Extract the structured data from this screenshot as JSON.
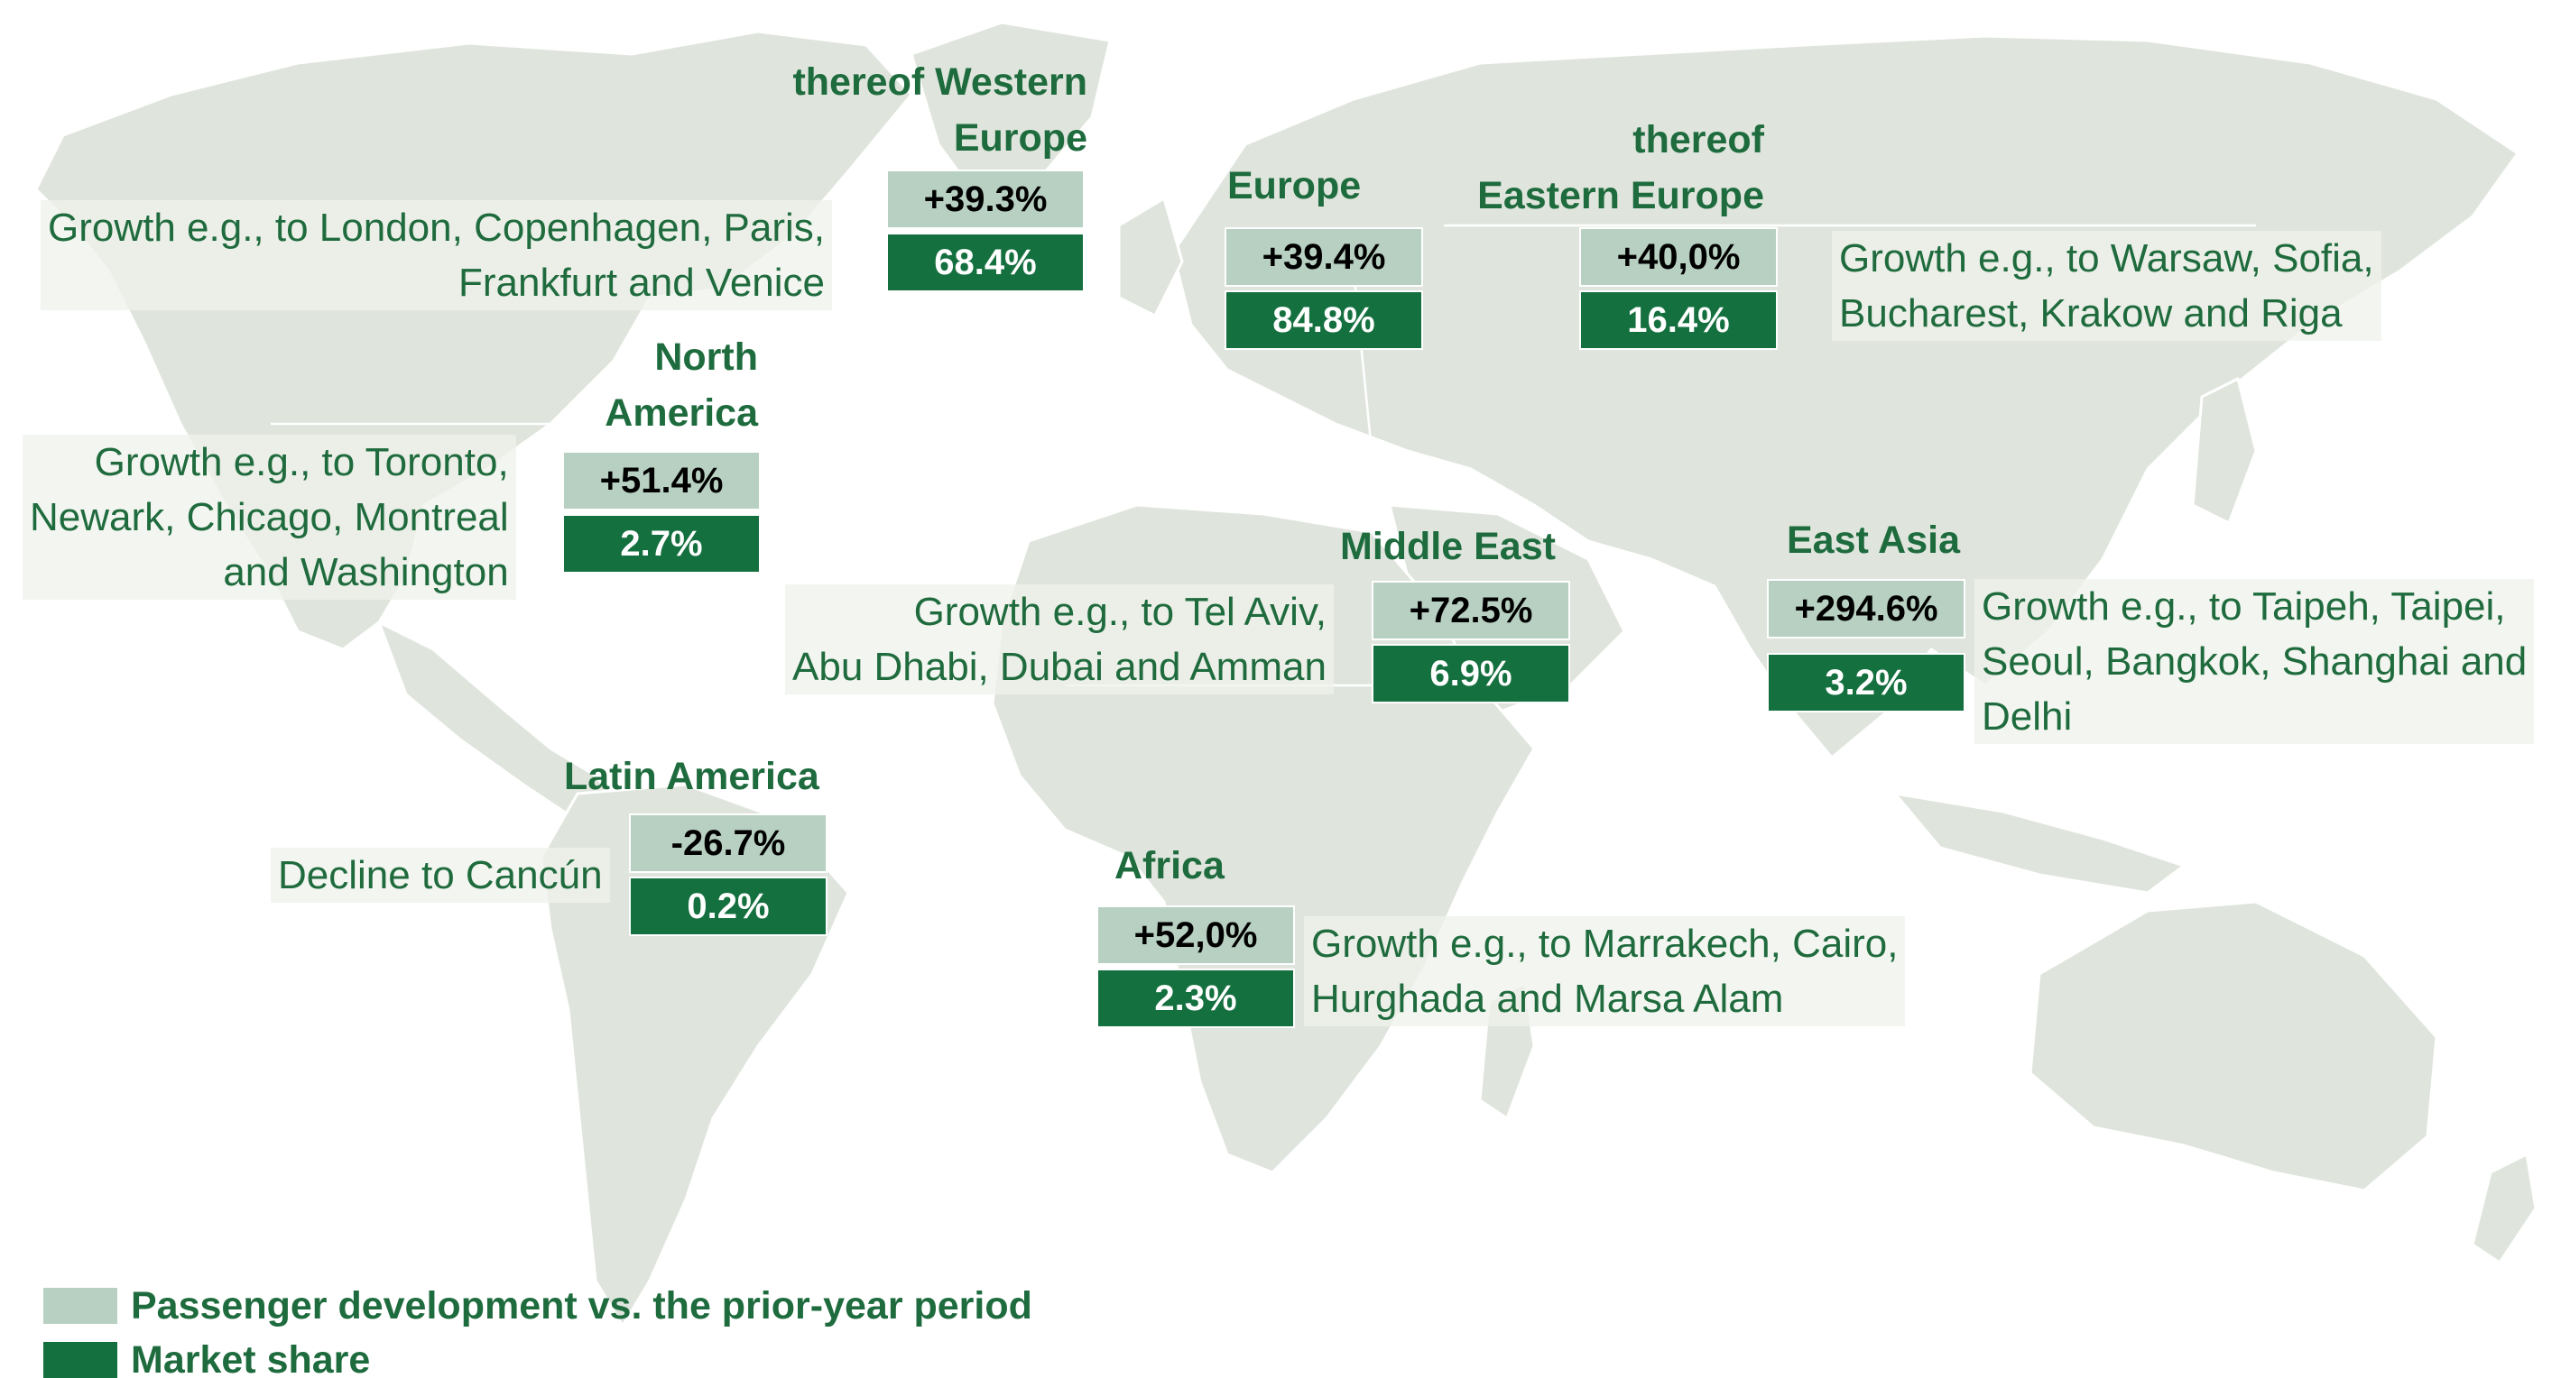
{
  "colors": {
    "land": "#dfe5dc",
    "development_box": "#b8d0c1",
    "market_share_box": "#15703f",
    "text_green": "#1e6b3e"
  },
  "regions": {
    "western_europe": {
      "title_line1": "thereof Western",
      "title_line2": "Europe",
      "development": "+39.3%",
      "market_share": "68.4%",
      "note_line1": "Growth e.g., to London, Copenhagen, Paris,",
      "note_line2": "Frankfurt and Venice"
    },
    "europe": {
      "title_line1": "Europe",
      "development": "+39.4%",
      "market_share": "84.8%"
    },
    "eastern_europe": {
      "title_line1": "thereof",
      "title_line2": "Eastern Europe",
      "development": "+40,0%",
      "market_share": "16.4%",
      "note_line1": "Growth e.g., to Warsaw, Sofia,",
      "note_line2": "Bucharest, Krakow and Riga"
    },
    "north_america": {
      "title_line1": "North",
      "title_line2": "America",
      "development": "+51.4%",
      "market_share": "2.7%",
      "note_line1": "Growth e.g., to Toronto,",
      "note_line2": "Newark, Chicago, Montreal",
      "note_line3": "and Washington"
    },
    "middle_east": {
      "title_line1": "Middle East",
      "development": "+72.5%",
      "market_share": "6.9%",
      "note_line1": "Growth e.g., to Tel Aviv,",
      "note_line2": "Abu Dhabi, Dubai and Amman"
    },
    "east_asia": {
      "title_line1": "East Asia",
      "development": "+294.6%",
      "market_share": "3.2%",
      "note_line1": "Growth e.g., to Taipeh, Taipei,",
      "note_line2": "Seoul, Bangkok, Shanghai and",
      "note_line3": "Delhi"
    },
    "latin_america": {
      "title_line1": "Latin America",
      "development": "-26.7%",
      "market_share": "0.2%",
      "note_line1": "Decline to Cancún"
    },
    "africa": {
      "title_line1": "Africa",
      "development": "+52,0%",
      "market_share": "2.3%",
      "note_line1": "Growth e.g., to Marrakech, Cairo,",
      "note_line2": "Hurghada and Marsa Alam"
    }
  },
  "legend": {
    "development_label": "Passenger development vs. the prior-year period",
    "market_share_label": "Market share"
  }
}
